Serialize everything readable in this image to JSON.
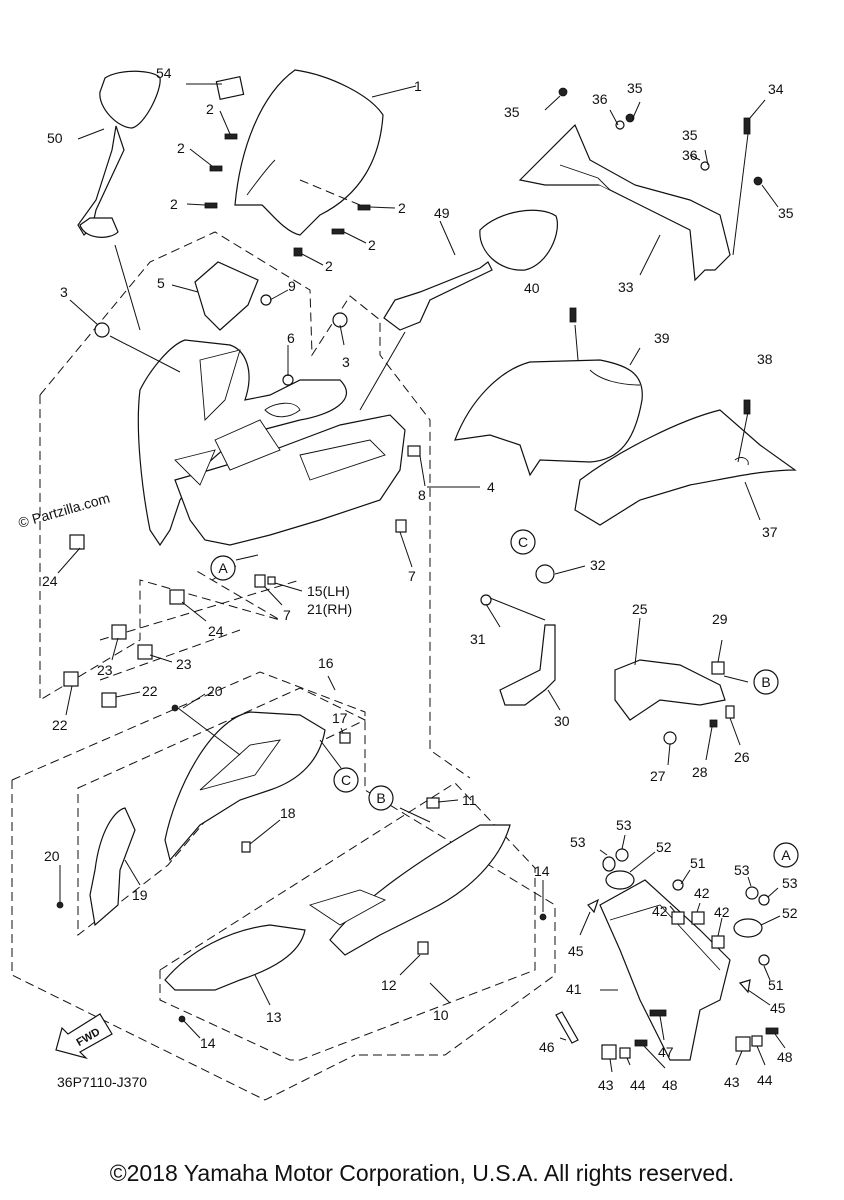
{
  "watermark": "© Partzilla.com",
  "diagram_code": "36P7110-J370",
  "fwd_label": "FWD",
  "copyright": "©2018 Yamaha Motor Corporation, U.S.A. All rights reserved.",
  "callouts": {
    "c1": "1",
    "c2a": "2",
    "c2b": "2",
    "c2c": "2",
    "c2d": "2",
    "c2e": "2",
    "c2f": "2",
    "c3a": "3",
    "c3b": "3",
    "c4": "4",
    "c5": "5",
    "c6": "6",
    "c7a": "7",
    "c7b": "7",
    "c8": "8",
    "c9": "9",
    "c10": "10",
    "c11": "11",
    "c12": "12",
    "c13": "13",
    "c14a": "14",
    "c14b": "14",
    "c15": "15(LH)",
    "c21": "21(RH)",
    "c16": "16",
    "c17": "17",
    "c18": "18",
    "c19": "19",
    "c20a": "20",
    "c20b": "20",
    "c22a": "22",
    "c22b": "22",
    "c23a": "23",
    "c23b": "23",
    "c24a": "24",
    "c24b": "24",
    "c25": "25",
    "c26": "26",
    "c27": "27",
    "c28": "28",
    "c29": "29",
    "c30": "30",
    "c31": "31",
    "c32": "32",
    "c33": "33",
    "c34": "34",
    "c35a": "35",
    "c35b": "35",
    "c35c": "35",
    "c36a": "36",
    "c36b": "36",
    "c37": "37",
    "c38": "38",
    "c39": "39",
    "c40": "40",
    "c41": "41",
    "c42a": "42",
    "c42b": "42",
    "c42c": "42",
    "c43a": "43",
    "c43b": "43",
    "c44a": "44",
    "c44b": "44",
    "c45a": "45",
    "c45b": "45",
    "c46": "46",
    "c47": "47",
    "c48a": "48",
    "c48b": "48",
    "c49": "49",
    "c50": "50",
    "c51a": "51",
    "c51b": "51",
    "c52a": "52",
    "c52b": "52",
    "c53a": "53",
    "c53b": "53",
    "c53c": "53",
    "c53d": "53",
    "c54": "54"
  },
  "refs": {
    "A1": "A",
    "A2": "A",
    "B1": "B",
    "B2": "B",
    "C1": "C",
    "C2": "C"
  }
}
